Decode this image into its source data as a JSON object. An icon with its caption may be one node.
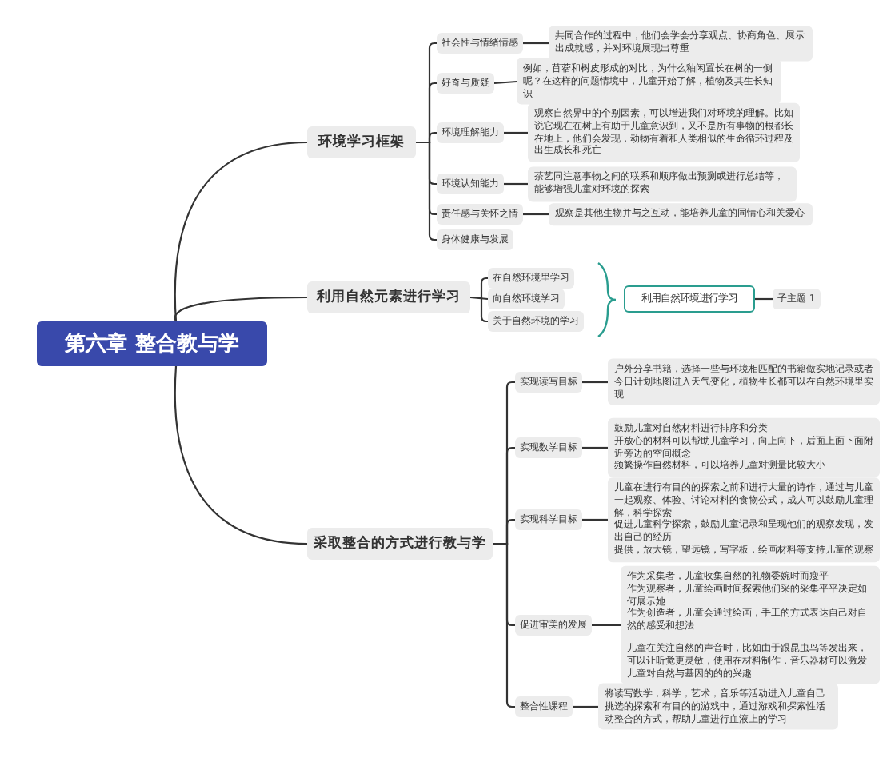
{
  "diagram": {
    "nodes": [
      {
        "text": [
          "第六章 整合教与学"
        ]
      },
      {
        "text": [
          "环境学习框架"
        ]
      },
      {
        "text": [
          "社会性与情绪情感"
        ]
      },
      {
        "text": [
          "共同合作的过程中，他们会学会分享观点、协商角色、展示出成就感，并对环境展现出尊重"
        ]
      },
      {
        "text": [
          "好奇与质疑"
        ]
      },
      {
        "text": [
          "例如，苜蓿和树皮形成的对比，为什么釉闲置长在树的一侧呢？在这样的问题情境中，儿童开始了解，植物及其生长知识"
        ]
      },
      {
        "text": [
          "环境理解能力"
        ]
      },
      {
        "text": [
          "观察自然界中的个别因素，可以增进我们对环境的理解。比如说它现在在树上有助于儿童意识到，又不是所有事物的根都长在地上，他们会发现，动物有着和人类相似的生命循环过程及出生成长和死亡"
        ]
      },
      {
        "text": [
          "环境认知能力"
        ]
      },
      {
        "text": [
          "茶艺同注意事物之间的联系和顺序做出预测或进行总结等，能够增强儿童对环境的探索"
        ]
      },
      {
        "text": [
          "责任感与关怀之情"
        ]
      },
      {
        "text": [
          "观察是其他生物并与之互动，能培养儿童的同情心和关爱心"
        ]
      },
      {
        "text": [
          "身体健康与发展"
        ]
      },
      {
        "text": [
          "利用自然元素进行学习"
        ]
      },
      {
        "text": [
          "在自然环境里学习"
        ]
      },
      {
        "text": [
          "向自然环境学习"
        ]
      },
      {
        "text": [
          "关于自然环境的学习"
        ]
      },
      {
        "text": [
          "利用自然环境进行学习"
        ]
      },
      {
        "text": [
          "子主题 1"
        ]
      },
      {
        "text": [
          "采取整合的方式进行教与学"
        ]
      },
      {
        "text": [
          "实现读写目标"
        ]
      },
      {
        "text": [
          "户外分享书籍，选择一些与环境相匹配的书籍做实地记录或者今日计划地图进入天气变化，植物生长都可以在自然环境里实现"
        ]
      },
      {
        "text": [
          "实现数学目标"
        ]
      },
      {
        "text": [
          "鼓励儿童对自然材料进行排序和分类",
          "开放心的材料可以帮助儿童学习，向上向下，后面上面下面附近旁边的空间概念",
          "频繁操作自然材料，可以培养儿童对测量比较大小"
        ]
      },
      {
        "text": [
          "实现科学目标"
        ]
      },
      {
        "text": [
          "儿童在进行有目的的探索之前和进行大量的诗作，通过与儿童一起观察、体验、讨论材料的食物公式，成人可以鼓励儿童理解，科学探索",
          "促进儿童科学探索，鼓励儿童记录和呈现他们的观察发现，发出自己的经历",
          "提供，放大镜，望远镜，写字板，绘画材料等支持儿童的观察"
        ]
      },
      {
        "text": [
          "促进审美的发展"
        ]
      },
      {
        "text": [
          "作为采集者，儿童收集自然的礼物委婉时而瘦平",
          "作为观察者，儿童绘画时间探索他们采的采集平平决定如何展示她",
          "作为创造者，儿童会通过绘画，手工的方式表达自己对自然的感受和想法",
          "儿童在关注自然的声音时，比如由于跟昆虫鸟等发出来，可以让听觉更灵敏，使用在材料制作，音乐器材可以激发儿童对自然与基因的的的兴趣"
        ]
      },
      {
        "text": [
          "整合性课程"
        ]
      },
      {
        "text": [
          "将读写数学，科学，艺术，音乐等活动进入儿童自己挑选的探索和有目的的游戏中，通过游戏和探索性活动整合的方式，帮助儿童进行血液上的学习"
        ]
      }
    ],
    "edges": [
      {
        "from": 0,
        "to": 1,
        "arrow": "none"
      },
      {
        "from": 0,
        "to": 13,
        "arrow": "none"
      },
      {
        "from": 0,
        "to": 19,
        "arrow": "none"
      },
      {
        "from": 1,
        "to": 2,
        "arrow": "none"
      },
      {
        "from": 2,
        "to": 3,
        "arrow": "none"
      },
      {
        "from": 1,
        "to": 4,
        "arrow": "none"
      },
      {
        "from": 4,
        "to": 5,
        "arrow": "none"
      },
      {
        "from": 1,
        "to": 6,
        "arrow": "none"
      },
      {
        "from": 6,
        "to": 7,
        "arrow": "none"
      },
      {
        "from": 1,
        "to": 8,
        "arrow": "none"
      },
      {
        "from": 8,
        "to": 9,
        "arrow": "none"
      },
      {
        "from": 1,
        "to": 10,
        "arrow": "none"
      },
      {
        "from": 10,
        "to": 11,
        "arrow": "none"
      },
      {
        "from": 1,
        "to": 12,
        "arrow": "none"
      },
      {
        "from": 13,
        "to": 14,
        "arrow": "none"
      },
      {
        "from": 13,
        "to": 15,
        "arrow": "none"
      },
      {
        "from": 13,
        "to": 16,
        "arrow": "none"
      },
      {
        "from": 17,
        "to": 18,
        "arrow": "none"
      },
      {
        "from": 19,
        "to": 20,
        "arrow": "none"
      },
      {
        "from": 20,
        "to": 21,
        "arrow": "none"
      },
      {
        "from": 19,
        "to": 22,
        "arrow": "none"
      },
      {
        "from": 22,
        "to": 23,
        "arrow": "none"
      },
      {
        "from": 19,
        "to": 24,
        "arrow": "none"
      },
      {
        "from": 24,
        "to": 25,
        "arrow": "none"
      },
      {
        "from": 19,
        "to": 26,
        "arrow": "none"
      },
      {
        "from": 26,
        "to": 27,
        "arrow": "none"
      },
      {
        "from": 19,
        "to": 28,
        "arrow": "none"
      },
      {
        "from": 28,
        "to": 29,
        "arrow": "none"
      }
    ]
  }
}
